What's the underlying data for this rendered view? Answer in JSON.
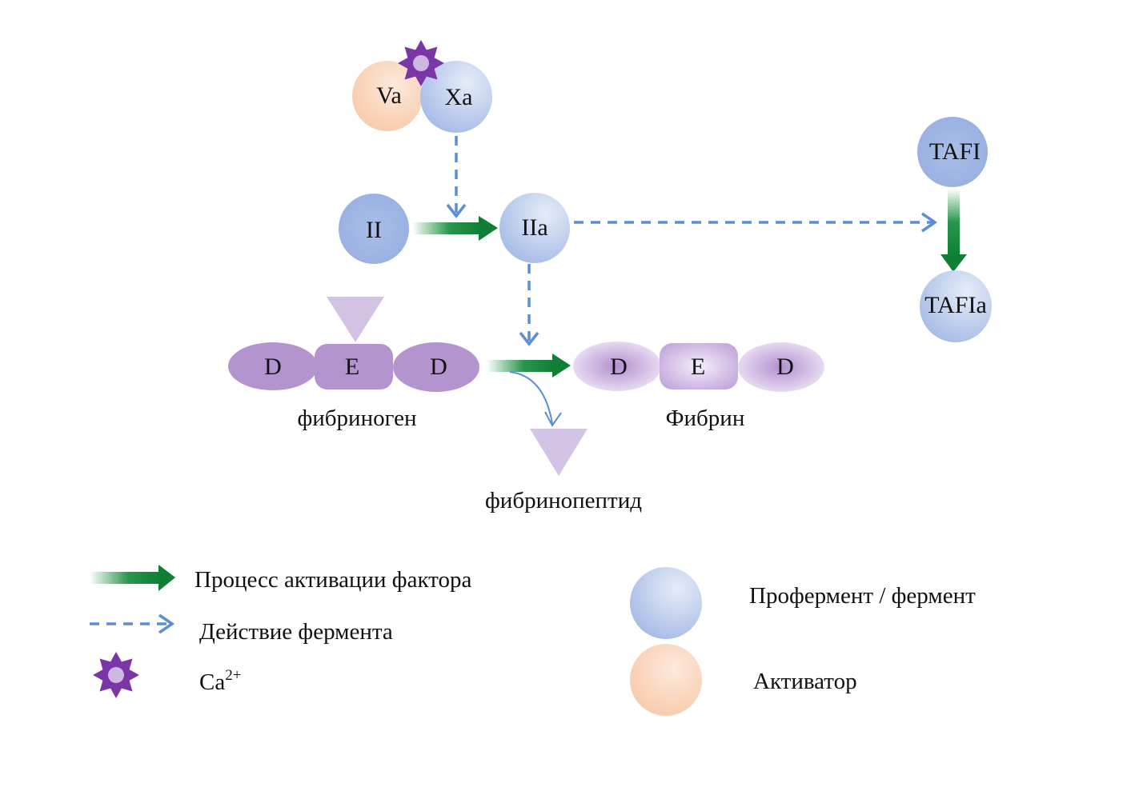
{
  "colors": {
    "enzyme": "#9fb5e4",
    "activator": "#f9c9a8",
    "activation_arrow": "#118a3a",
    "enzyme_action": "#5b8ed6",
    "calcium": "#7a36a6",
    "fibrinogen": "#b394cf",
    "fibrinopeptide": "#d3c3e4"
  },
  "nodes": {
    "va": "Va",
    "xa": "Xa",
    "ii": "II",
    "iia": "IIa",
    "tafi": "TAFI",
    "tafia": "TAFIa"
  },
  "fibrinogen": {
    "segments": [
      "D",
      "E",
      "D"
    ],
    "label": "фибриноген"
  },
  "fibrin": {
    "segments": [
      "D",
      "E",
      "D"
    ],
    "label": "Фибрин"
  },
  "fibrinopeptide_label": "фибринопептид",
  "legend": {
    "activation_process": "Процесс активации фактора",
    "enzyme_action": "Действие фермента",
    "calcium_base": "Ca",
    "calcium_sup": "2+",
    "proenzyme": "Профермент / фермент",
    "activator": "Активатор"
  },
  "icons": {
    "calcium": "star-icon",
    "activation": "solid-arrow-icon",
    "action": "dashed-arrow-icon"
  }
}
